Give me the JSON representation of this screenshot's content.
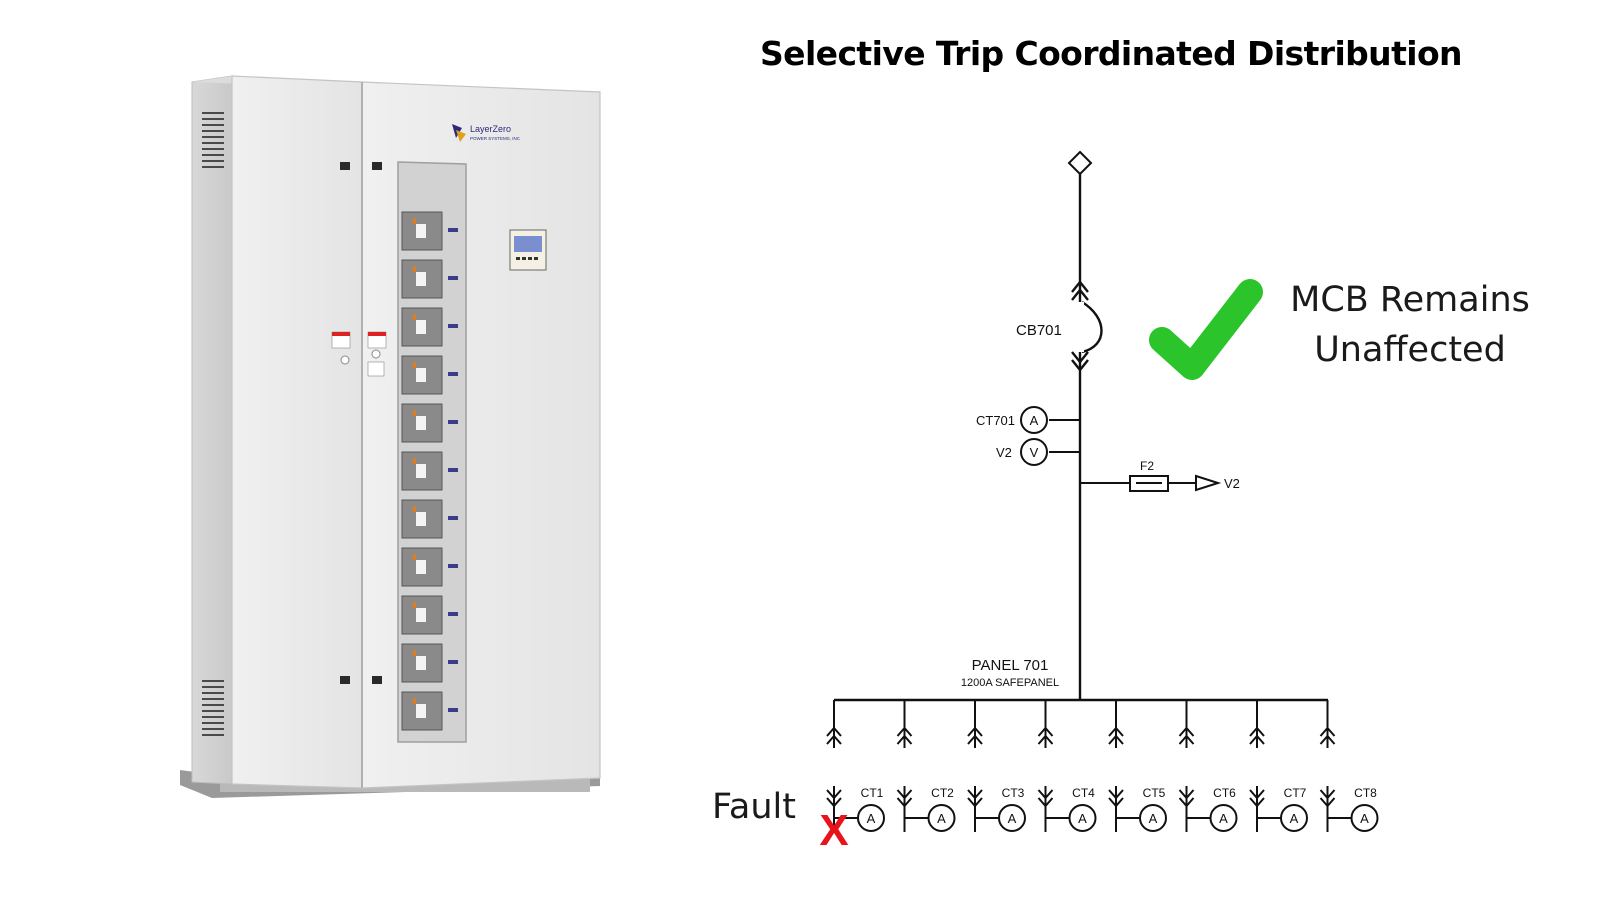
{
  "title": "Selective Trip Coordinated Distribution",
  "cabinet": {
    "brand_line1": "LayerZero",
    "brand_line2": "POWER SYSTEMS, INC"
  },
  "diagram": {
    "breaker_label": "CB701",
    "ct_label": "CT701",
    "ct_symbol": "A",
    "vm_label": "V2",
    "vm_symbol": "V",
    "fuse_label": "F2",
    "fuse_target": "V2",
    "panel_label": "PANEL 701",
    "panel_sublabel": "1200A SAFEPANEL",
    "branches": [
      {
        "ct": "CT1",
        "meter": "A"
      },
      {
        "ct": "CT2",
        "meter": "A"
      },
      {
        "ct": "CT3",
        "meter": "A"
      },
      {
        "ct": "CT4",
        "meter": "A"
      },
      {
        "ct": "CT5",
        "meter": "A"
      },
      {
        "ct": "CT6",
        "meter": "A"
      },
      {
        "ct": "CT7",
        "meter": "A"
      },
      {
        "ct": "CT8",
        "meter": "A"
      }
    ]
  },
  "callouts": {
    "mcb_line1": "MCB Remains",
    "mcb_line2": "Unaffected",
    "fault_label": "Fault",
    "fault_mark": "X"
  },
  "colors": {
    "check": "#2bc42b",
    "fault_mark": "#e8141b",
    "cabinet_body": "#ececec",
    "line": "#111111"
  }
}
